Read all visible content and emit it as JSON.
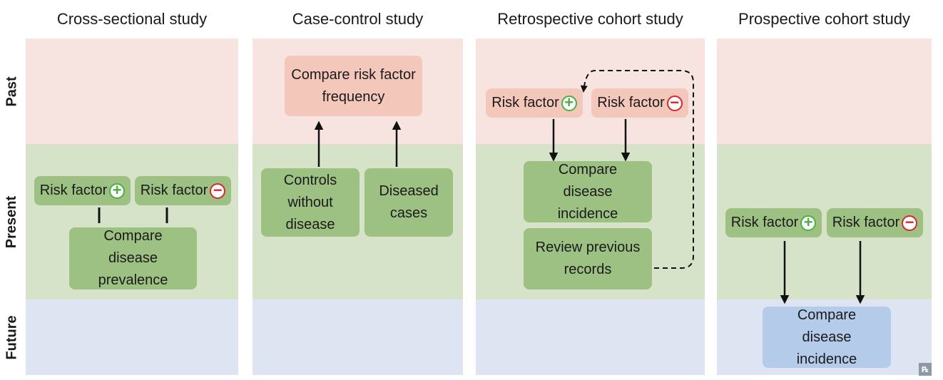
{
  "columns": [
    {
      "title": "Cross-sectional study"
    },
    {
      "title": "Case-control study"
    },
    {
      "title": "Retrospective cohort study"
    },
    {
      "title": "Prospective cohort study"
    }
  ],
  "rows": {
    "past": "Past",
    "present": "Present",
    "future": "Future"
  },
  "cross_sectional": {
    "risk_pos": "Risk factor",
    "risk_neg": "Risk factor",
    "compare": "Compare disease prevalence"
  },
  "case_control": {
    "compare": "Compare risk factor frequency",
    "controls": "Controls without disease",
    "cases": "Diseased cases"
  },
  "retrospective": {
    "risk_pos": "Risk factor",
    "risk_neg": "Risk factor",
    "compare": "Compare disease incidence",
    "review": "Review previous records"
  },
  "prospective": {
    "risk_pos": "Risk factor",
    "risk_neg": "Risk factor",
    "compare": "Compare disease incidence"
  },
  "colors": {
    "past_band": "#f7e4e1",
    "present_band": "#d6e3c9",
    "future_band": "#dee4f1",
    "green_box": "#9dc183",
    "red_box": "#f4c7bb",
    "blue_box": "#b4cbe9",
    "plus": "#4caf3f",
    "minus": "#d8272a"
  }
}
